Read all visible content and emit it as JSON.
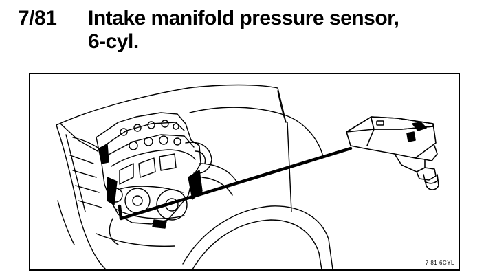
{
  "doc": {
    "ref_number": "7/81",
    "title_line1": "Intake manifold pressure sensor,",
    "title_line2": "6-cyl."
  },
  "figure": {
    "code": "7 81 6CYL",
    "icons": [
      "engine-illustration",
      "pressure-sensor-illustration"
    ]
  }
}
